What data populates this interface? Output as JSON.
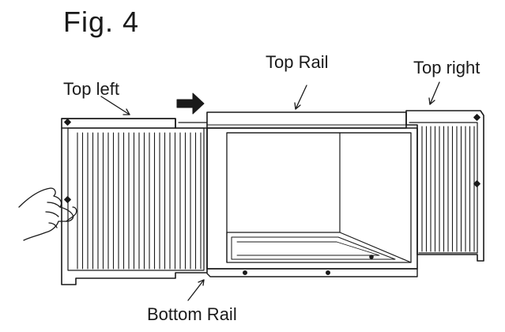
{
  "figure": {
    "title": "Fig. 4",
    "labels": {
      "top_left": "Top left",
      "top_rail": "Top Rail",
      "top_right": "Top right",
      "bottom_rail": "Bottom Rail"
    },
    "stroke_color": "#1a1a1a",
    "background_color": "#ffffff"
  }
}
